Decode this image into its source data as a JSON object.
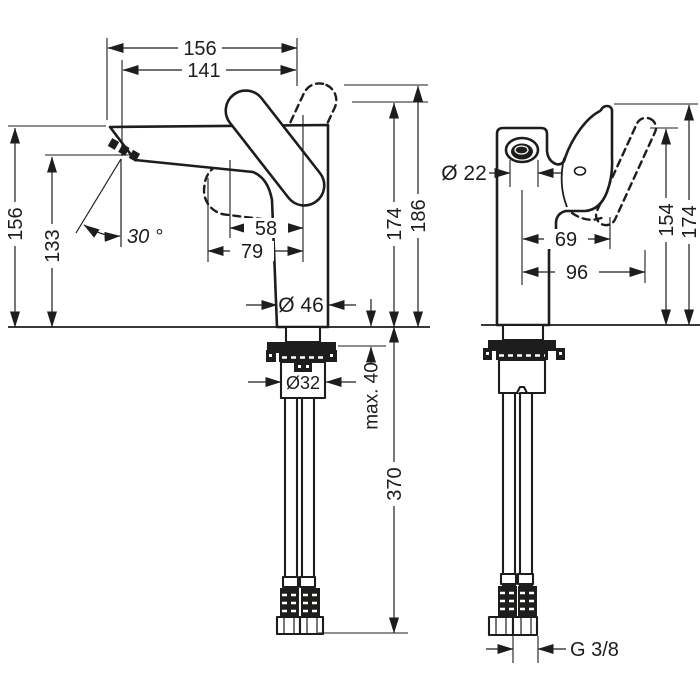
{
  "title": "Basin mixer technical dimension drawing",
  "colors": {
    "ink": "#1d1d1b",
    "paper": "#ffffff"
  },
  "side_view": {
    "labels": {
      "reach_total": "156",
      "reach_aerator": "141",
      "height_spout": "156",
      "height_outlet": "133",
      "angle": "30 °",
      "offset_58": "58",
      "offset_79": "79",
      "body_dia": "Ø 46",
      "height_174": "174",
      "height_186": "186",
      "shank_dia": "Ø32",
      "max_thickness": "max. 40",
      "hose_length": "370"
    }
  },
  "front_view": {
    "labels": {
      "spout_dia": "Ø 22",
      "width_69": "69",
      "width_96": "96",
      "height_154": "154",
      "height_174": "174",
      "thread": "G 3/8"
    }
  }
}
